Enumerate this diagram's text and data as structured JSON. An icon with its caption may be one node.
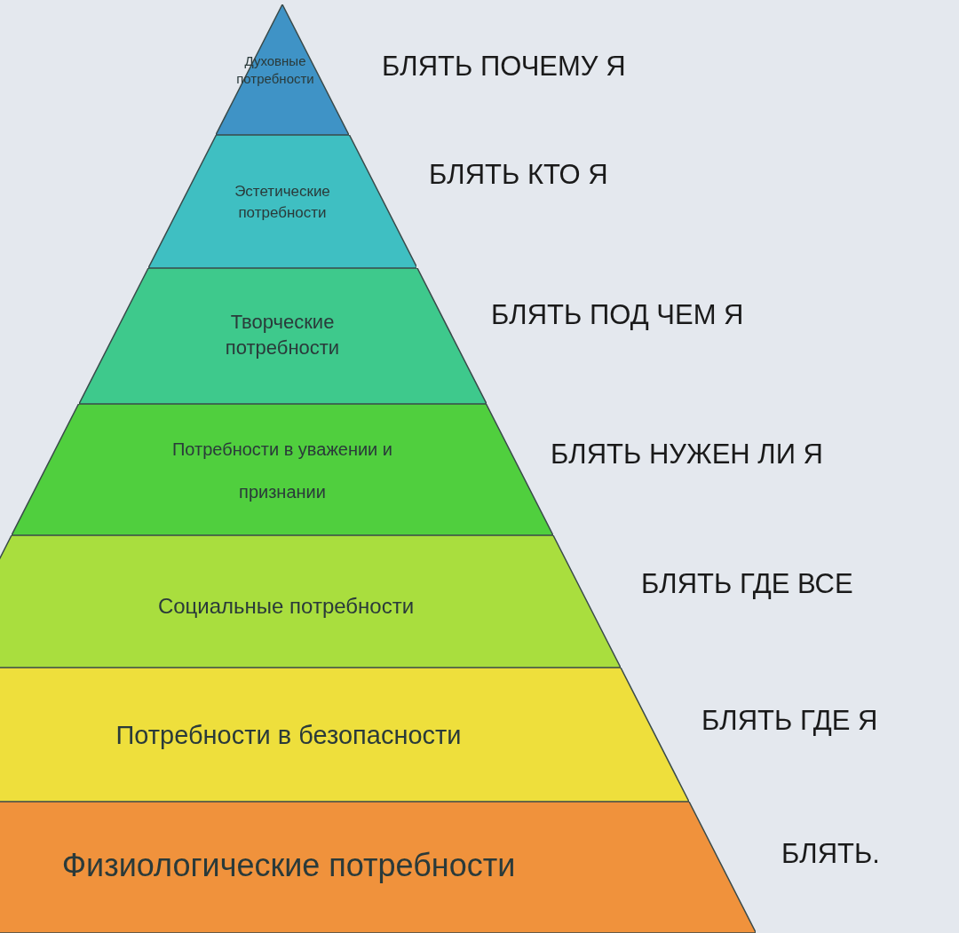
{
  "diagram": {
    "nodes": [
      {
        "text": [
          "Духовные потребности"
        ],
        "beside": [
          "БЛЯТЬ ПОЧЕМУ Я"
        ]
      },
      {
        "text": [
          "Эстетические потребности"
        ],
        "beside": [
          "БЛЯТЬ КТО Я"
        ]
      },
      {
        "text": [
          "Творческие потребности"
        ],
        "beside": [
          "БЛЯТЬ ПОД ЧЕМ Я"
        ]
      },
      {
        "text": [
          "Потребности в уважении и признании"
        ],
        "beside": [
          "БЛЯТЬ НУЖЕН ЛИ Я"
        ]
      },
      {
        "text": [
          "Социальные потребности"
        ],
        "beside": [
          "БЛЯТЬ ГДЕ ВСЕ"
        ]
      },
      {
        "text": [
          "Потребности в безопасности"
        ],
        "beside": [
          "БЛЯТЬ ГДЕ Я"
        ]
      },
      {
        "text": [
          "Физиологические потребности"
        ],
        "beside": [
          "БЛЯТЬ."
        ]
      }
    ]
  }
}
